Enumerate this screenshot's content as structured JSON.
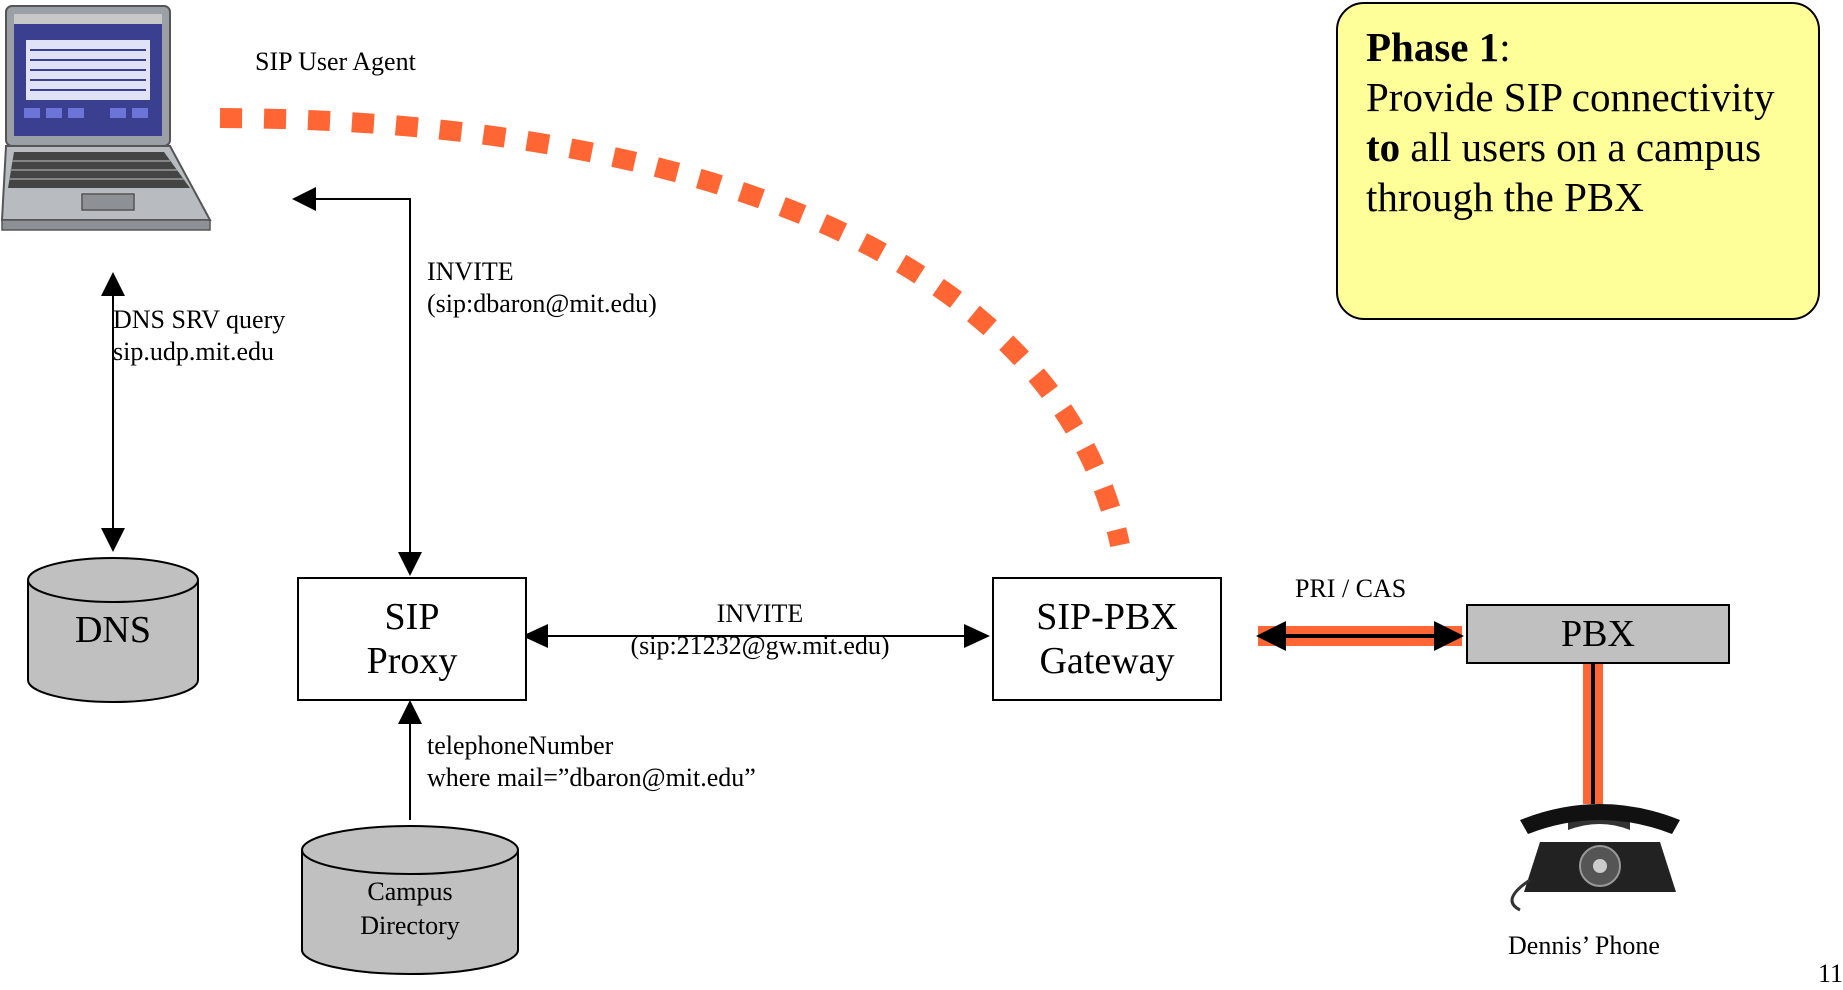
{
  "labels": {
    "sip_user_agent": "SIP User Agent",
    "invite_top": "INVITE",
    "invite_top_uri": "(sip:dbaron@mit.edu)",
    "dns_query_1": "DNS SRV query",
    "dns_query_2": "sip.udp.mit.edu",
    "invite_mid": "INVITE",
    "invite_mid_uri": "(sip:21232@gw.mit.edu)",
    "pri_cas": "PRI / CAS",
    "tel_1": "telephoneNumber",
    "tel_2": "where mail=”dbaron@mit.edu”",
    "phone": "Dennis’ Phone",
    "page_number": "11"
  },
  "nodes": {
    "dns": "DNS",
    "proxy_1": "SIP",
    "proxy_2": "Proxy",
    "gateway_1": "SIP-PBX",
    "gateway_2": "Gateway",
    "pbx": "PBX",
    "directory_1": "Campus",
    "directory_2": "Directory"
  },
  "callout": {
    "phase": "Phase 1",
    "colon": ":",
    "text_1": "Provide SIP connectivity ",
    "emph": "to",
    "text_2": " all users on a campus through the PBX"
  },
  "colors": {
    "accent": "#ff6633",
    "callout_bg": "#ffff99",
    "node_gray": "#c0c0c0"
  }
}
